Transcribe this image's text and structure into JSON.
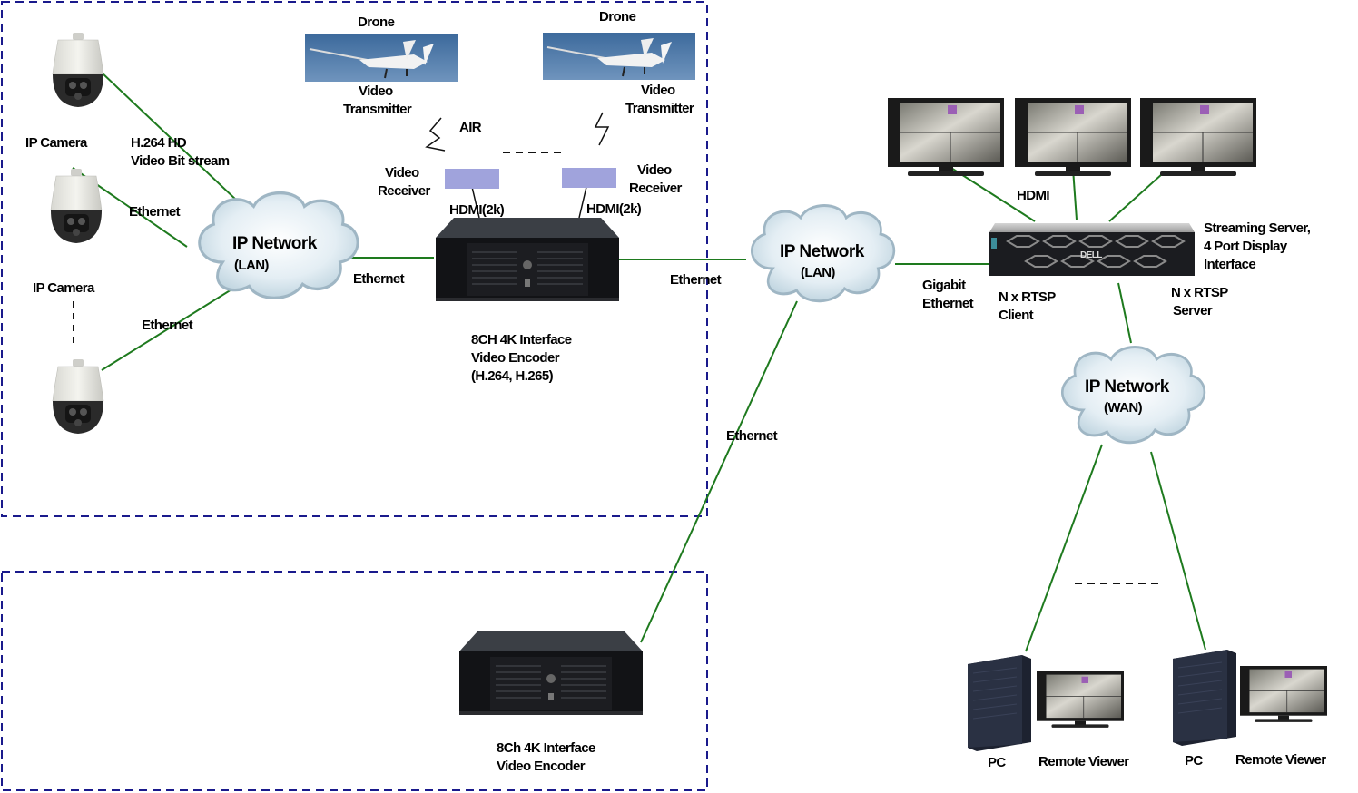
{
  "diagram": {
    "groups": [
      {
        "id": "site-a",
        "style": "dashed",
        "color": "#1a1a8c"
      },
      {
        "id": "site-b",
        "style": "dashed",
        "color": "#1a1a8c"
      }
    ],
    "colors": {
      "link": "#1e7a1e",
      "group_border": "#1a1a8c",
      "receiver": "#a0a3dc",
      "cloud_fill": "#dde9f1",
      "cloud_stroke": "#9fb6c4"
    },
    "cameras": {
      "label_1": "IP Camera",
      "label_2": "IP Camera",
      "stream_label_line1": "H.264 HD",
      "stream_label_line2": "Video Bit stream",
      "link_label_2": "Ethernet",
      "link_label_3": "Ethernet"
    },
    "drones": [
      {
        "title": "Drone",
        "tx_line1": "Video",
        "tx_line2": "Transmitter",
        "rx_line1": "Video",
        "rx_line2": "Receiver",
        "hdmi": "HDMI(2k)"
      },
      {
        "title": "Drone",
        "tx_line1": "Video",
        "tx_line2": "Transmitter",
        "rx_line1": "Video",
        "rx_line2": "Receiver",
        "hdmi": "HDMI(2k)"
      }
    ],
    "air_label": "AIR",
    "clouds": {
      "lan1": {
        "title": "IP Network",
        "sub": "(LAN)"
      },
      "lan2": {
        "title": "IP Network",
        "sub": "(LAN)"
      },
      "wan": {
        "title": "IP Network",
        "sub": "(WAN)"
      }
    },
    "encoder_main": {
      "line1": "8CH 4K Interface",
      "line2": "Video Encoder",
      "line3": "(H.264, H.265)",
      "link_left": "Ethernet",
      "link_right": "Ethernet"
    },
    "encoder_2": {
      "line1": "8Ch 4K Interface",
      "line2": "Video Encoder",
      "link": "Ethernet"
    },
    "server": {
      "desc_line1": "Streaming Server,",
      "desc_line2": "4 Port Display",
      "desc_line3": "Interface",
      "client_line1": "N x RTSP",
      "client_line2": "Client",
      "server_line1": "N x RTSP",
      "server_line2": "Server",
      "link_line1": "Gigabit",
      "link_line2": "Ethernet",
      "hdmi": "HDMI",
      "brand": "DELL"
    },
    "remote": [
      {
        "pc": "PC",
        "viewer": "Remote  Viewer"
      },
      {
        "pc": "PC",
        "viewer": "Remote  Viewer"
      }
    ]
  }
}
